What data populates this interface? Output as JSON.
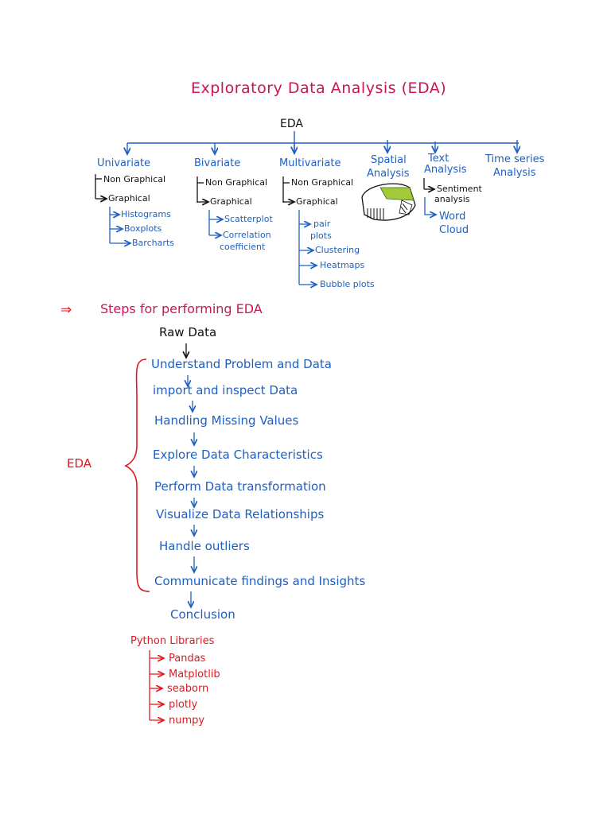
{
  "title": "Exploratory Data Analysis (EDA)",
  "tree": {
    "root": "EDA",
    "branches": {
      "univariate": {
        "label": "Univariate",
        "children": [
          "Non Graphical",
          "Graphical"
        ],
        "graphical": [
          "Histograms",
          "Boxplots",
          "Barcharts"
        ]
      },
      "bivariate": {
        "label": "Bivariate",
        "children": [
          "Non Graphical",
          "Graphical"
        ],
        "graphical": [
          "Scatterplot",
          "Correlation",
          "coefficient"
        ]
      },
      "multivariate": {
        "label": "Multivariate",
        "children": [
          "Non Graphical",
          "Graphical"
        ],
        "graphical": [
          "pair",
          "plots",
          "Clustering",
          "Heatmaps",
          "Bubble plots"
        ]
      },
      "spatial": {
        "label_line1": "Spatial",
        "label_line2": "Analysis"
      },
      "text": {
        "label_line1": "Text",
        "label_line2": "Analysis",
        "children": [
          "Sentiment",
          "analysis",
          "Word",
          "Cloud"
        ]
      },
      "timeseries": {
        "label_line1": "Time series",
        "label_line2": "Analysis"
      }
    }
  },
  "steps": {
    "arrow": "⇒",
    "heading": "Steps for performing EDA",
    "start": "Raw Data",
    "brace_label": "EDA",
    "items": [
      "Understand Problem and Data",
      "import and inspect Data",
      "Handling Missing Values",
      "Explore Data Characteristics",
      "Perform Data transformation",
      "Visualize Data Relationships",
      "Handle outliers",
      "Communicate findings and Insights"
    ],
    "end": "Conclusion"
  },
  "libraries": {
    "heading": "Python Libraries",
    "items": [
      "Pandas",
      "Matplotlib",
      "seaborn",
      "plotly",
      "numpy"
    ]
  },
  "colors": {
    "title": "#c8155a",
    "heading": "#c8155a",
    "tree_lines": "#1f5fc0",
    "labels": "#1f5fc0",
    "subnodes": "#111111",
    "brace": "#e0191f",
    "libraries": "#e0191f",
    "spatial_fill": "#a6c93a"
  }
}
